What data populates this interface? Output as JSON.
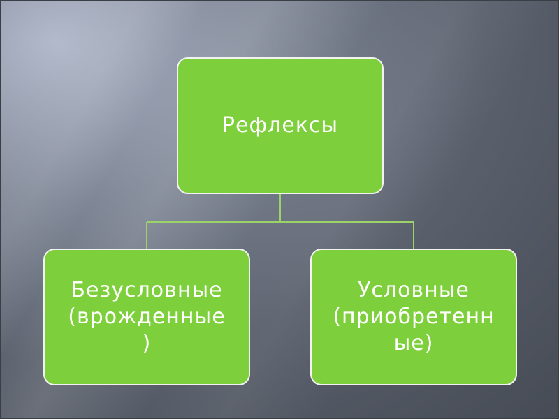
{
  "diagram": {
    "root": {
      "label": "Рефлексы"
    },
    "children": [
      {
        "label_lines": [
          "Безусловные",
          "(врожденные",
          ")"
        ]
      },
      {
        "label_lines": [
          "Условные",
          "(приобретенн",
          "ые)"
        ]
      }
    ]
  },
  "colors": {
    "box_fill": "#7ecf3c",
    "box_border": "#f2f2f2",
    "connector": "#9bd36a",
    "text": "#ffffff"
  }
}
